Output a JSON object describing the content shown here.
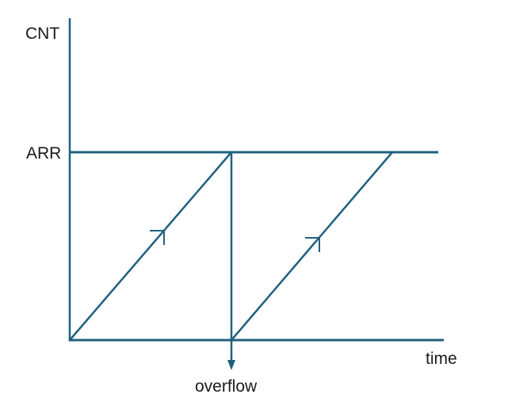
{
  "labels": {
    "y_axis": "CNT",
    "level": "ARR",
    "x_axis": "time",
    "event": "overflow"
  },
  "colors": {
    "line": "#20607f",
    "text": "#1a1a1a",
    "background": "#ffffff"
  }
}
